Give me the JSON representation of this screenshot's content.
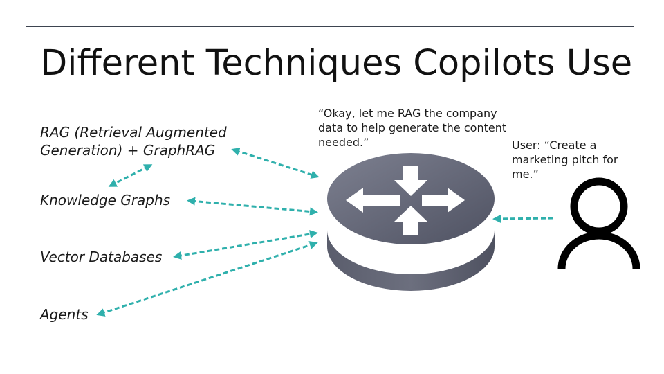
{
  "slide": {
    "title": "Different Techniques Copilots Use"
  },
  "techniques": {
    "rag": "RAG (Retrieval Augmented Generation) + GraphRAG",
    "knowledge_graphs": "Knowledge Graphs",
    "vector_databases": "Vector Databases",
    "agents": "Agents"
  },
  "quotes": {
    "copilot": "“Okay, let me RAG the company data to help generate the content needed.”",
    "user": "User: “Create a marketing pitch for me.”"
  },
  "colors": {
    "arrow": "#2fb0ac",
    "router": "#5b5e6e",
    "user_icon": "#000000",
    "rule": "#3d4450"
  },
  "icons": {
    "router": "router-icon",
    "user": "user-icon"
  }
}
